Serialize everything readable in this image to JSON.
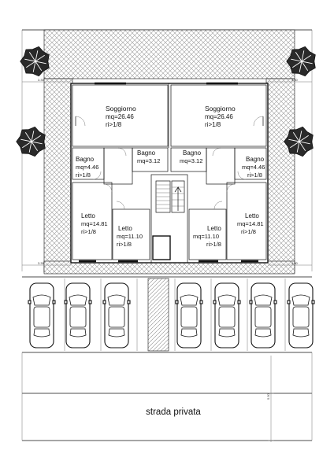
{
  "rooms": {
    "left": {
      "soggiorno": {
        "name": "Soggiorno",
        "area": "mq=26.46",
        "ratio": "ri>1/8"
      },
      "bagno_small": {
        "name": "Bagno",
        "area": "mq=3.12"
      },
      "bagno_large": {
        "name": "Bagno",
        "area": "mq=4.46",
        "ratio": "ri>1/8"
      },
      "letto_large": {
        "name": "Letto",
        "area": "mq=14.81",
        "ratio": "ri>1/8"
      },
      "letto_small": {
        "name": "Letto",
        "area": "mq=11.10",
        "ratio": "ri>1/8"
      }
    },
    "right": {
      "soggiorno": {
        "name": "Soggiorno",
        "area": "mq=26.46",
        "ratio": "ri>1/8"
      },
      "bagno_small": {
        "name": "Bagno",
        "area": "mq=3.12"
      },
      "bagno_large": {
        "name": "Bagno",
        "area": "mq=4.46",
        "ratio": "ri>1/8"
      },
      "letto_large": {
        "name": "Letto",
        "area": "mq=14.81",
        "ratio": "ri>1/8"
      },
      "letto_small": {
        "name": "Letto",
        "area": "mq=11.10",
        "ratio": "ri>1/8"
      }
    }
  },
  "road": {
    "label": "strada privata"
  },
  "dimensions": {
    "top_left": "3.30",
    "top_right": "3.30",
    "bottom_left": "3.30",
    "bottom_right": "3.30",
    "road_width": "5.50"
  },
  "parking": {
    "car_count": 7
  },
  "trees": {
    "count": 4
  },
  "colors": {
    "line": "#111111",
    "hatch": "#9a9a9a",
    "paper": "#ffffff"
  }
}
